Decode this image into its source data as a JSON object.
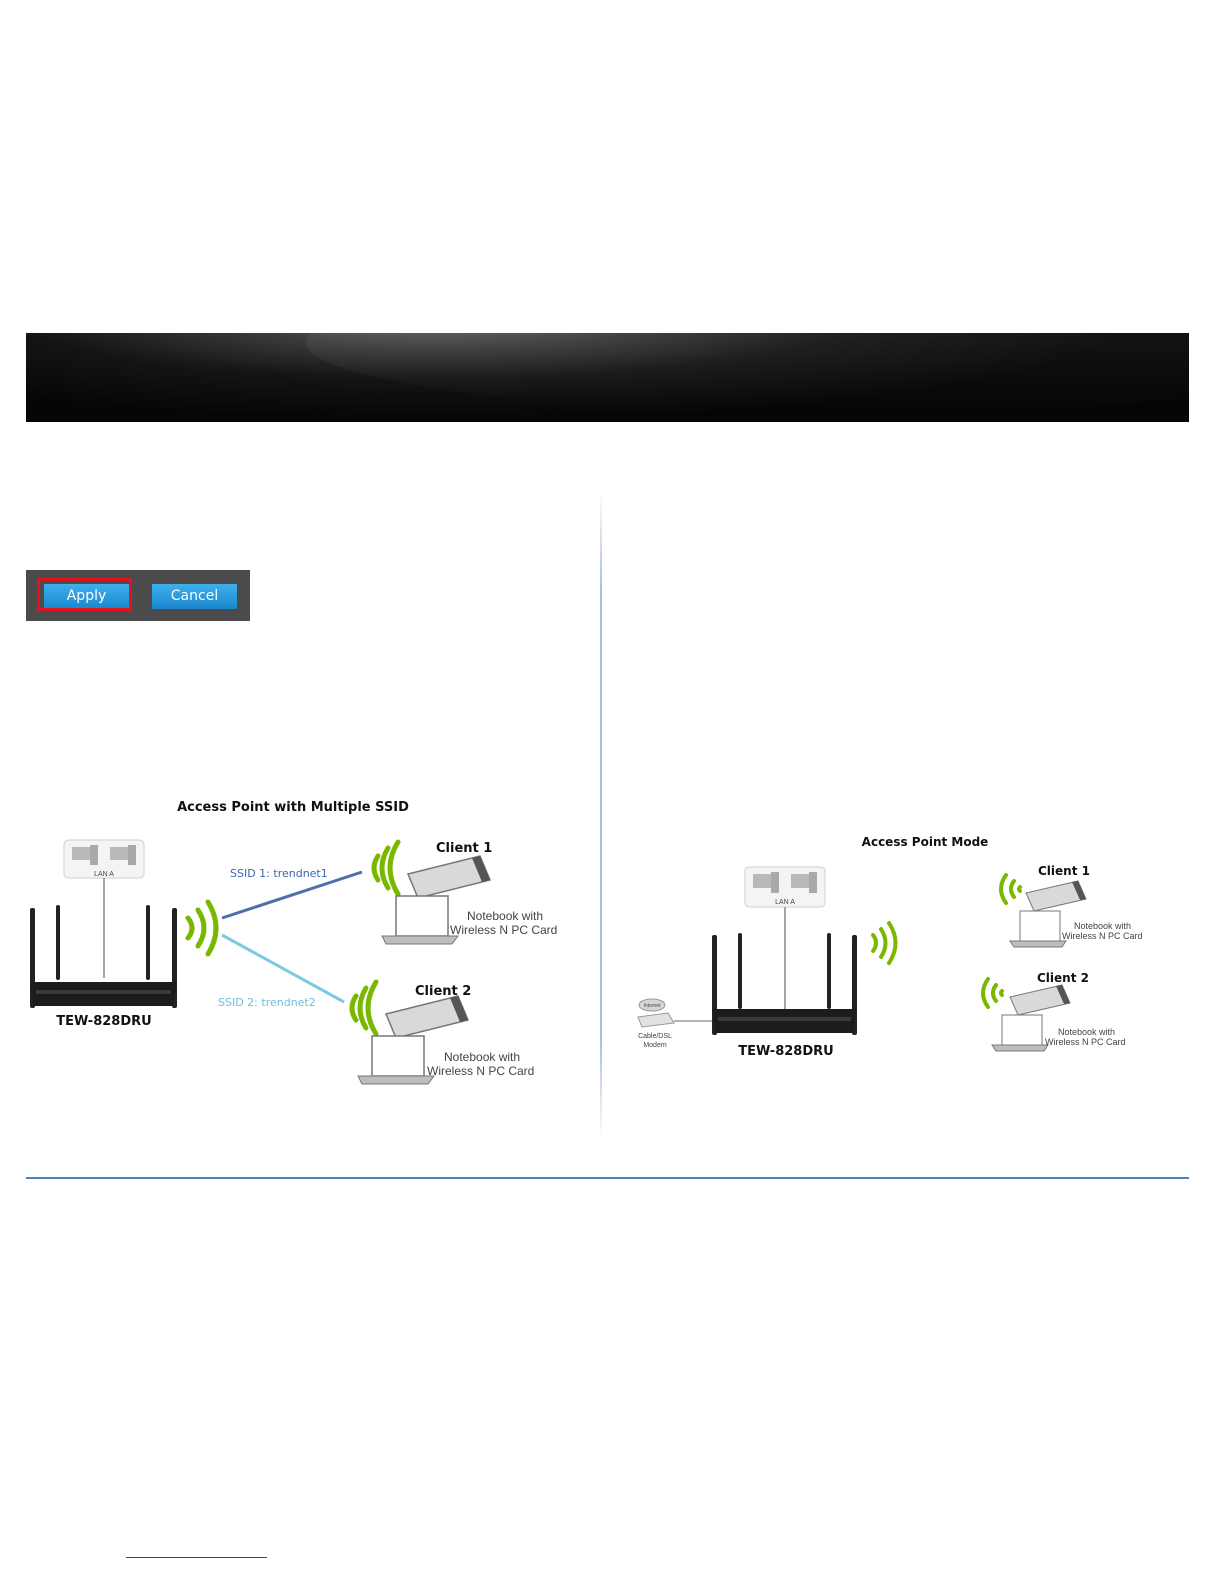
{
  "buttons": {
    "apply": "Apply",
    "cancel": "Cancel"
  },
  "figure_left": {
    "title": "Access Point with Multiple SSID",
    "lan_label": "LAN A",
    "router_label": "TEW-828DRU",
    "ssid1": "SSID 1: trendnet1",
    "ssid2": "SSID 2: trendnet2",
    "client1": {
      "title": "Client 1",
      "line1": "Notebook with",
      "line2": "Wireless N PC Card"
    },
    "client2": {
      "title": "Client 2",
      "line1": "Notebook with",
      "line2": "Wireless N PC Card"
    }
  },
  "figure_right": {
    "title": "Access Point Mode",
    "lan_label": "LAN A",
    "router_label": "TEW-828DRU",
    "internet_label": "Internet",
    "modem_line1": "Cable/DSL",
    "modem_line2": "Modem",
    "client1": {
      "title": "Client 1",
      "line1": "Notebook with",
      "line2": "Wireless N PC Card"
    },
    "client2": {
      "title": "Client 2",
      "line1": "Notebook with",
      "line2": "Wireless N PC Card"
    }
  },
  "colors": {
    "banner": "#1a1a1a",
    "accent_blue": "#4f81bd",
    "button_blue": "#1987cf",
    "highlight_red": "#e0141e",
    "wifi_green": "#7ab800"
  }
}
